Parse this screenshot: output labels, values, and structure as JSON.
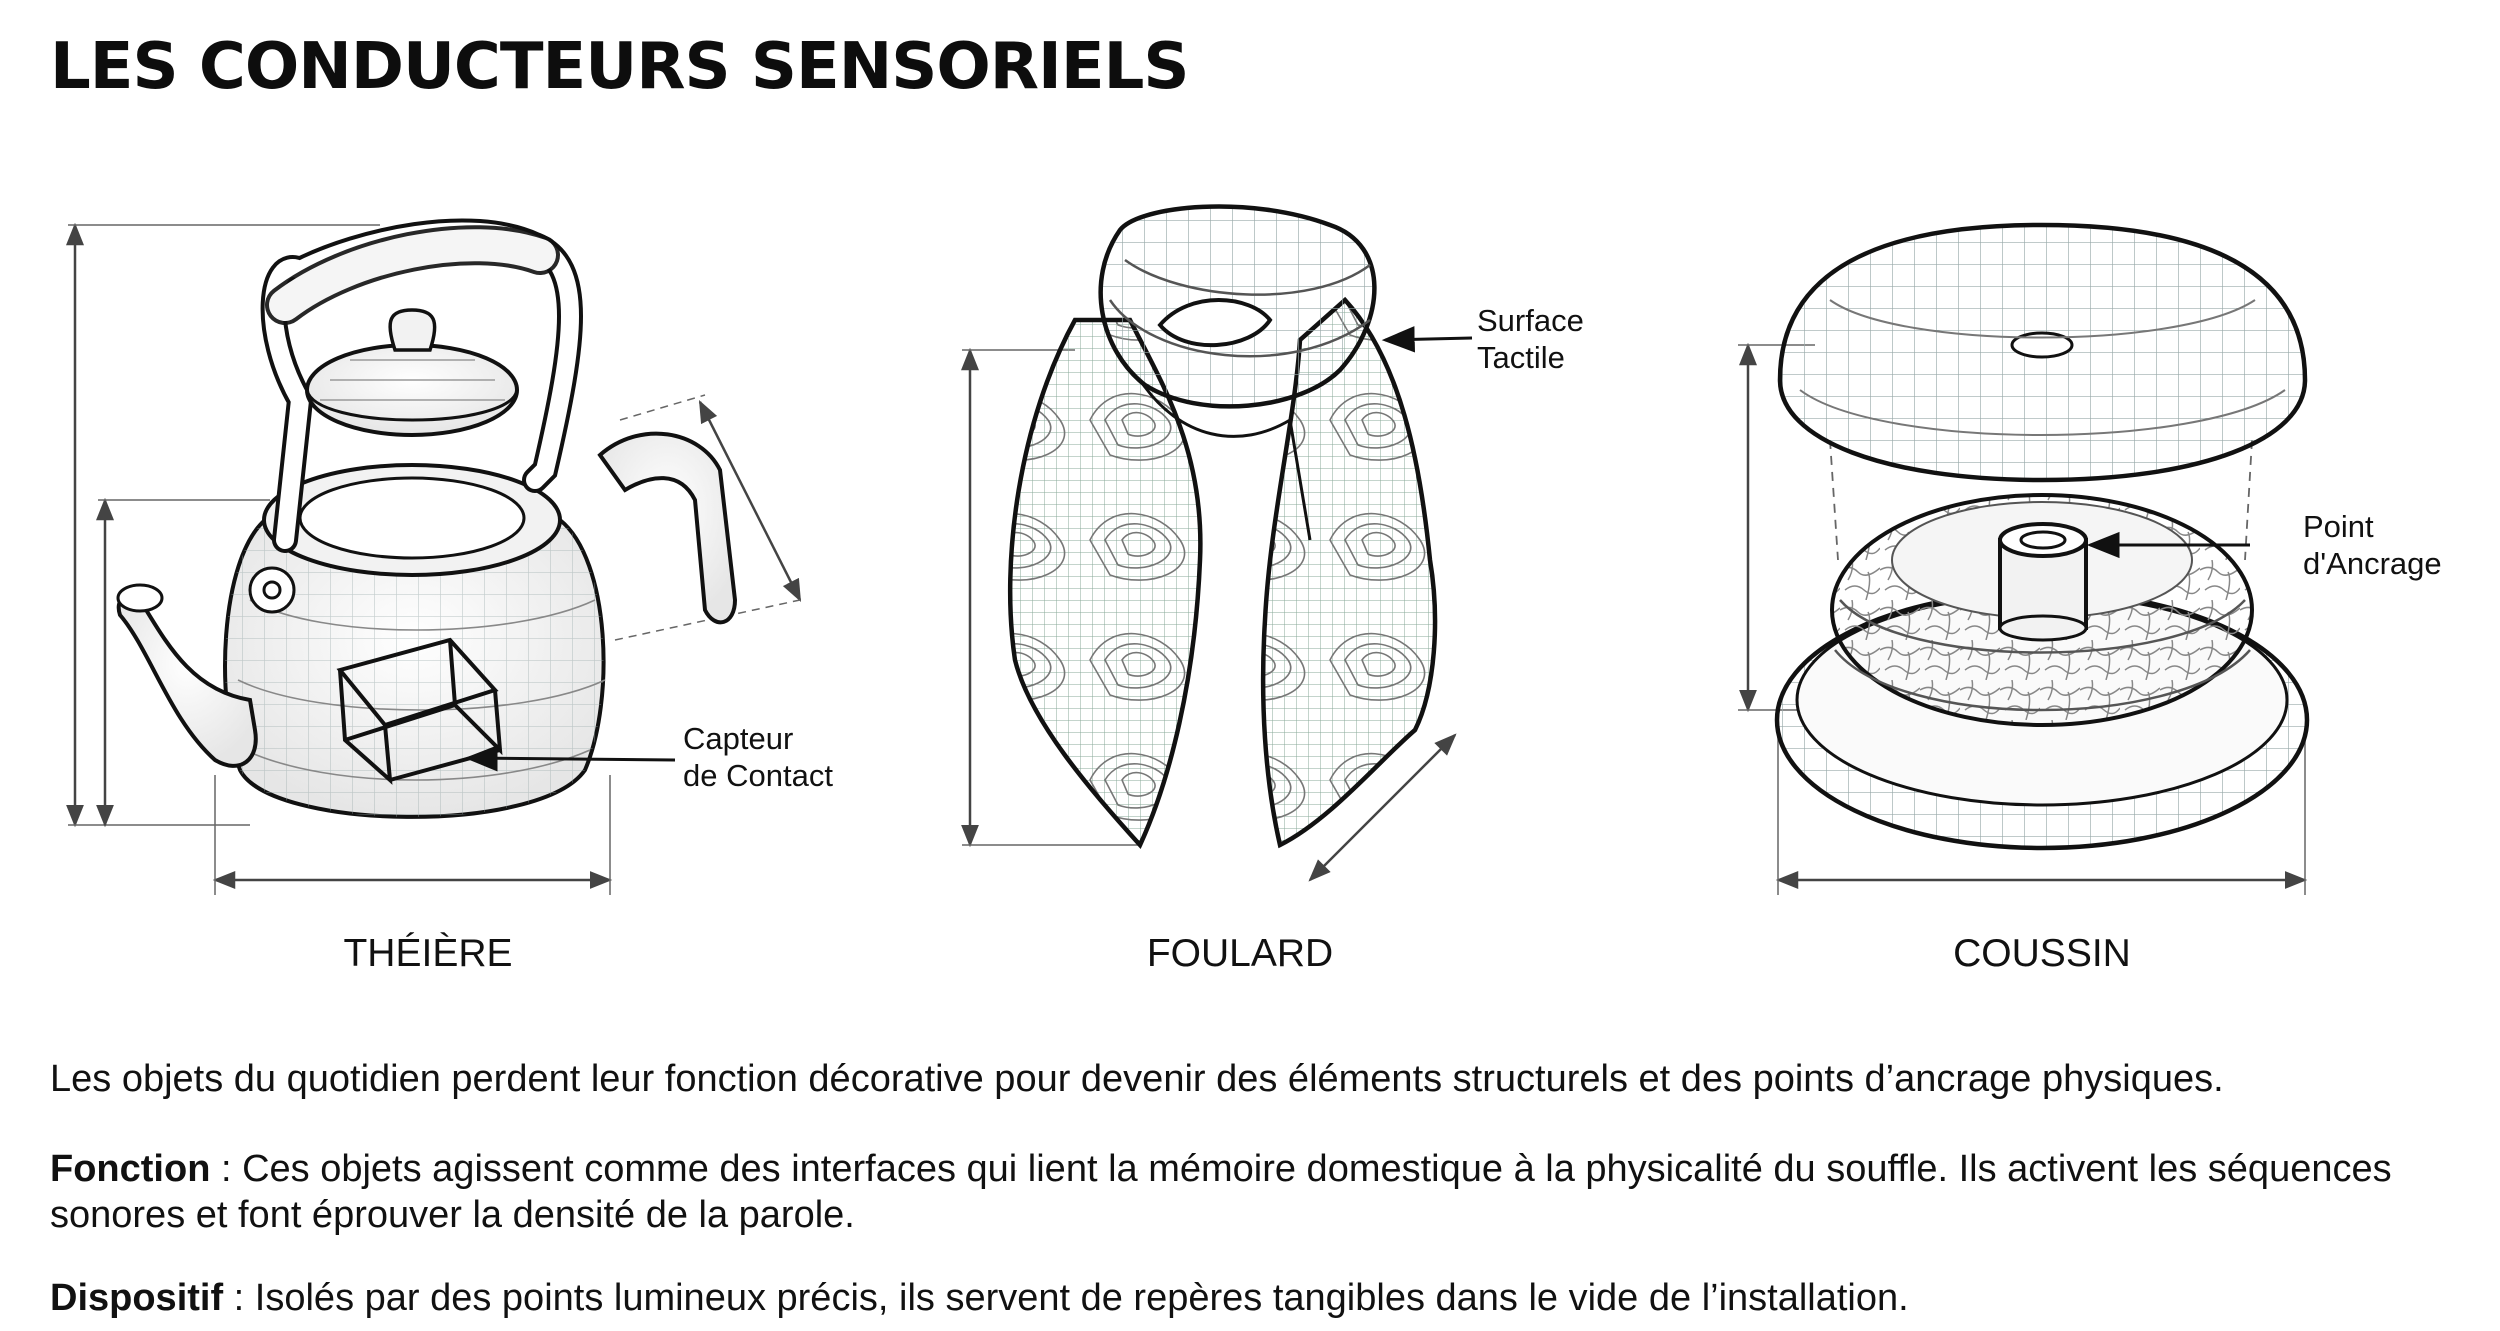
{
  "title": "LES CONDUCTEURS SENSORIELS",
  "objects": [
    {
      "id": "theiere",
      "label": "THÉIÈRE"
    },
    {
      "id": "foulard",
      "label": "FOULARD"
    },
    {
      "id": "coussin",
      "label": "COUSSIN"
    }
  ],
  "callouts": {
    "capteur": [
      "Capteur",
      "de Contact"
    ],
    "surface": [
      "Surface",
      "Tactile"
    ],
    "point": [
      "Point",
      "d'Ancrage"
    ]
  },
  "text": {
    "intro": "Les objets du quotidien perdent leur fonction décorative pour devenir des éléments structurels et des points d’ancrage physiques.",
    "fonction_label": "Fonction",
    "fonction_text": " : Ces objets agissent comme des interfaces qui lient la mémoire domestique à la physicalité du souffle. Ils activent les séquences sonores et font éprouver la densité de la parole.",
    "dispositif_label": "Dispositif",
    "dispositif_text": " : Isolés par des points lumineux précis, ils servent de repères tangibles dans le vide de l’installation."
  }
}
